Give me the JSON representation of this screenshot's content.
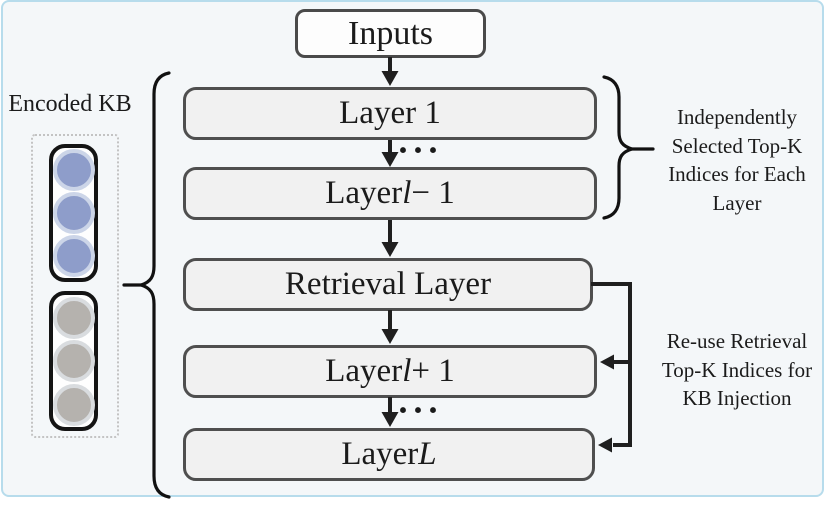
{
  "canvas": {
    "background": "#f4f7f9",
    "border_color": "#b7dcec",
    "outer_background": "#ffffff"
  },
  "encoded_kb": {
    "label": "Encoded KB",
    "groups": [
      {
        "name": "kb-vectors-top",
        "count": 3,
        "circle_color": "#8e9dca",
        "ring_color": "#ccd5e8"
      },
      {
        "name": "kb-vectors-bottom",
        "count": 3,
        "circle_color": "#b5b2ae",
        "ring_color": "#d9dcdf"
      }
    ]
  },
  "pipeline": {
    "inputs_label": "Inputs",
    "boxes": [
      {
        "id": "layer-1",
        "parts": [
          {
            "t": "Layer 1",
            "i": false
          }
        ]
      },
      {
        "id": "layer-l-minus-1",
        "parts": [
          {
            "t": "Layer ",
            "i": false
          },
          {
            "t": "l",
            "i": true
          },
          {
            "t": " − 1",
            "i": false
          }
        ]
      },
      {
        "id": "retrieval-layer",
        "parts": [
          {
            "t": "Retrieval Layer",
            "i": false
          }
        ]
      },
      {
        "id": "layer-l-plus-1",
        "parts": [
          {
            "t": "Layer ",
            "i": false
          },
          {
            "t": "l",
            "i": true
          },
          {
            "t": " + 1",
            "i": false
          }
        ]
      },
      {
        "id": "layer-L",
        "parts": [
          {
            "t": "Layer ",
            "i": false
          },
          {
            "t": "L",
            "i": true
          }
        ]
      }
    ],
    "ellipsis": "···"
  },
  "annotations": {
    "top_right": "Independently Selected Top-K Indices for Each Layer",
    "bottom_right": "Re-use Retrieval Top-K Indices for KB Injection"
  },
  "colors": {
    "box_fill": "#f1f1f1",
    "box_border": "#4f4f4f",
    "line": "#1f1f1f",
    "text": "#1b1b1b"
  }
}
